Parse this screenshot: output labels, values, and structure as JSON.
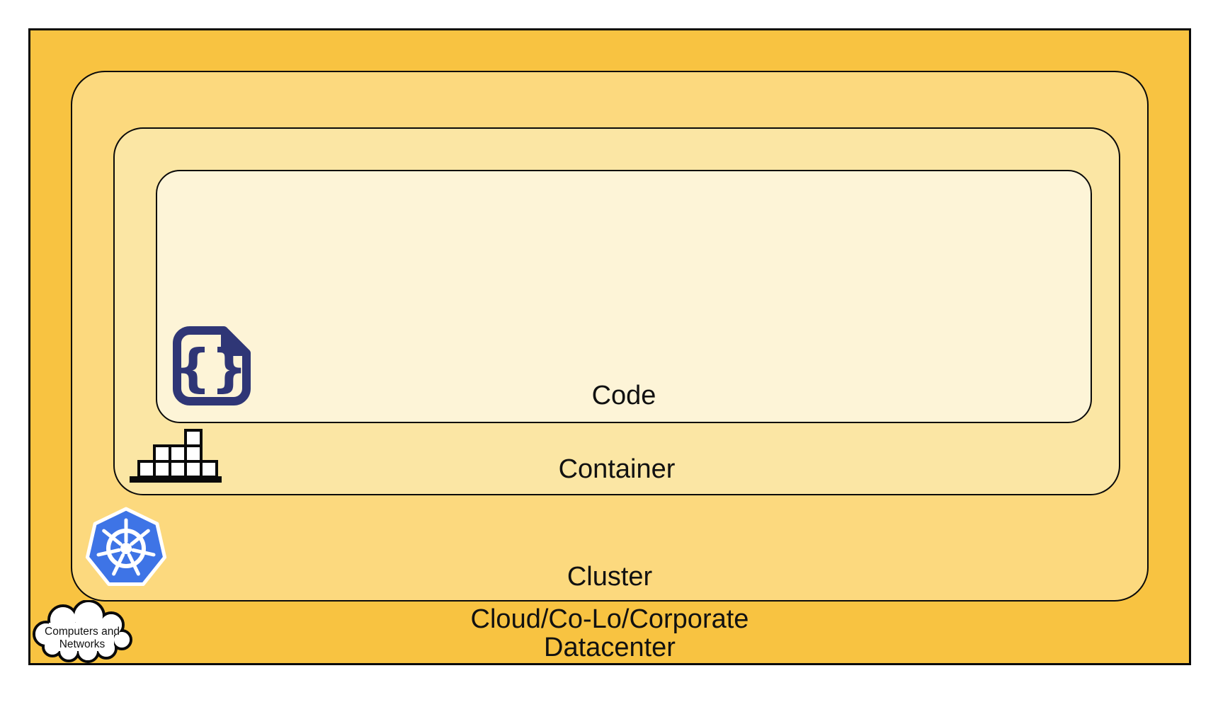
{
  "colors": {
    "datacenter_fill": "#F8C341",
    "cluster_fill": "#FCD97E",
    "container_fill": "#FBE6A4",
    "code_fill": "#FDF4D7",
    "border": "#0a0a0a",
    "code_icon": "#2F3676",
    "kubernetes_blue": "#3E74E6"
  },
  "layers": {
    "datacenter": {
      "label_line1": "Cloud/Co-Lo/Corporate",
      "label_line2": "Datacenter",
      "icon": "cloud-icon"
    },
    "cluster": {
      "label": "Cluster",
      "icon": "kubernetes-icon"
    },
    "container": {
      "label": "Container",
      "icon": "container-blocks-icon"
    },
    "code": {
      "label": "Code",
      "icon": "code-document-icon",
      "icon_glyph": "{}"
    }
  },
  "cloud_callout": {
    "line1": "Computers and",
    "line2": "Networks"
  }
}
